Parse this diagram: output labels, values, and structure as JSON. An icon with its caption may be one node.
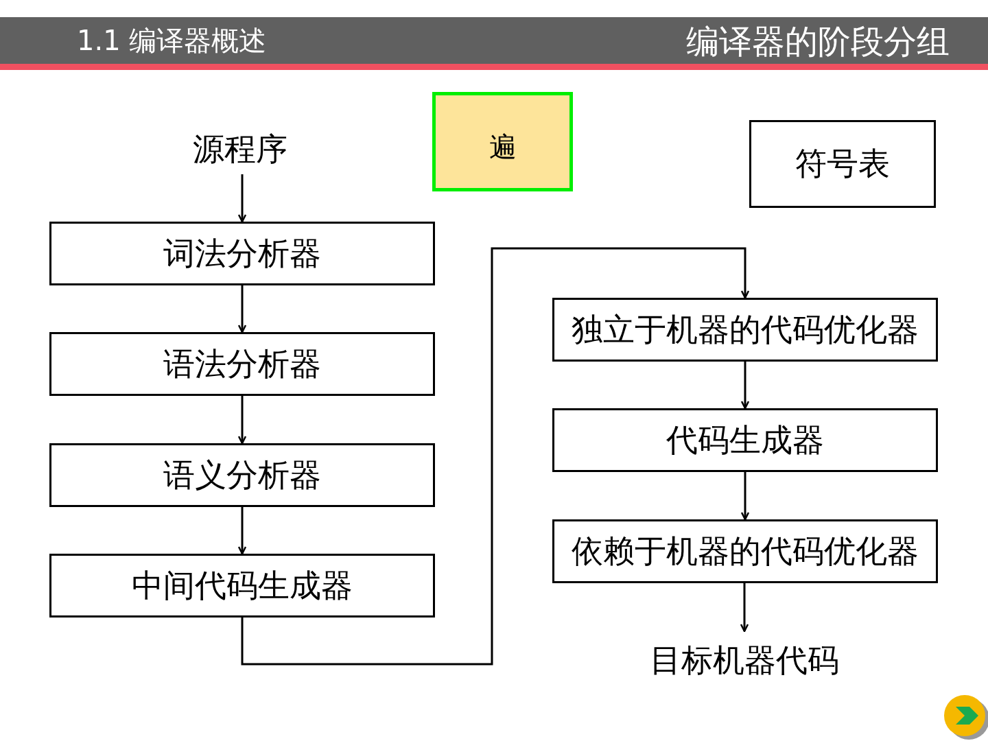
{
  "diagram": {
    "title": "编译器的阶段分组",
    "nodes": [
      {
        "text": [
          "源程序"
        ]
      },
      {
        "text": [
          "词法分析器"
        ]
      },
      {
        "text": [
          "语法分析器"
        ]
      },
      {
        "text": [
          "语义分析器"
        ]
      },
      {
        "text": [
          "中间代码生成器"
        ]
      },
      {
        "text": [
          "遍"
        ]
      },
      {
        "text": [
          "符号表"
        ]
      },
      {
        "text": [
          "独立于机器的代码优化器"
        ]
      },
      {
        "text": [
          "代码生成器"
        ]
      },
      {
        "text": [
          "依赖于机器的代码优化器"
        ]
      },
      {
        "text": [
          "目标机器代码"
        ]
      }
    ],
    "edges": [
      {
        "from": 0,
        "to": 1,
        "arrow": "to"
      },
      {
        "from": 1,
        "to": 2,
        "arrow": "to"
      },
      {
        "from": 2,
        "to": 3,
        "arrow": "to"
      },
      {
        "from": 3,
        "to": 4,
        "arrow": "to"
      },
      {
        "from": 4,
        "to": 7,
        "arrow": "to"
      },
      {
        "from": 7,
        "to": 8,
        "arrow": "to"
      },
      {
        "from": 8,
        "to": 9,
        "arrow": "to"
      },
      {
        "from": 9,
        "to": 10,
        "arrow": "to"
      }
    ],
    "labels": [
      "1.1 编译器概述"
    ]
  }
}
